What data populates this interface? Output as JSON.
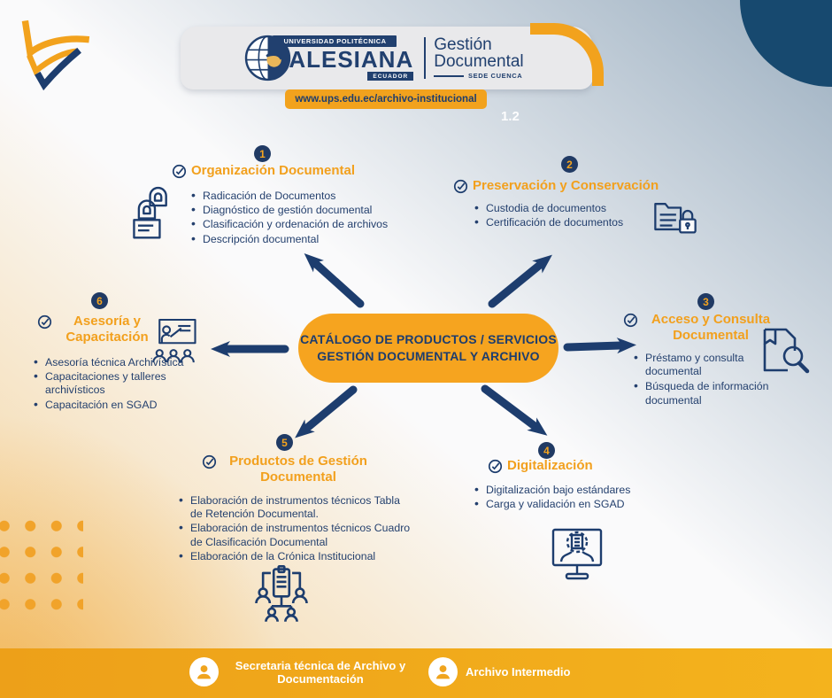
{
  "brand": {
    "top_label": "UNIVERSIDAD POLITÉCNICA",
    "name": "SALESIANA",
    "country": "ECUADOR",
    "dept_line1": "Gestión",
    "dept_line2": "Documental",
    "dept_sub": "SEDE CUENCA"
  },
  "url_banner": {
    "text": "www.ups.edu.ec/archivo-institucional"
  },
  "page_marker": "1.2",
  "center": {
    "line1": "CATÁLOGO DE PRODUCTOS / SERVICIOS",
    "line2": "GESTIÓN DOCUMENTAL Y ARCHIVO"
  },
  "sections": [
    {
      "num": "1",
      "title": "Organización Documental",
      "icon": "archive-boxes-icon",
      "bullets": [
        "Radicación de Documentos",
        "Diagnóstico de gestión documental",
        "Clasificación y ordenación de archivos",
        "Descripción documental"
      ]
    },
    {
      "num": "2",
      "title": "Preservación y Conservación",
      "icon": "folder-lock-icon",
      "bullets": [
        "Custodia de documentos",
        "Certificación de documentos"
      ]
    },
    {
      "num": "3",
      "title": "Acceso y Consulta Documental",
      "icon": "document-search-icon",
      "bullets": [
        "Préstamo y consulta documental",
        "Búsqueda de información documental"
      ]
    },
    {
      "num": "4",
      "title": "Digitalización",
      "icon": "monitor-scan-icon",
      "bullets": [
        "Digitalización bajo estándares",
        "Carga y validación en SGAD"
      ]
    },
    {
      "num": "5",
      "title": "Productos de Gestión Documental",
      "icon": "clipboard-team-icon",
      "bullets": [
        "Elaboración de instrumentos técnicos Tabla de Retención Documental.",
        "Elaboración de instrumentos técnicos Cuadro de Clasificación Documental",
        "Elaboración de la Crónica Institucional"
      ]
    },
    {
      "num": "6",
      "title": "Asesoría y Capacitación",
      "icon": "training-presentation-icon",
      "bullets": [
        "Asesoría técnica Archivística",
        "Capacitaciones y talleres archivísticos",
        "Capacitación en SGAD"
      ]
    }
  ],
  "footer": {
    "contacts": [
      {
        "label": "Secretaria técnica de Archivo y Documentación",
        "icon": "person-icon"
      },
      {
        "label": "Archivo Intermedio",
        "icon": "person-icon"
      }
    ]
  },
  "colors": {
    "accent_orange": "#F2A21D",
    "navy_text": "#1D3D6E",
    "badge_navy": "#203A64",
    "footer_orange_left": "#EDA019",
    "footer_orange_right": "#F4B31D",
    "corner_navy": "#17496F",
    "header_band_gray": "#E9E9EB"
  }
}
